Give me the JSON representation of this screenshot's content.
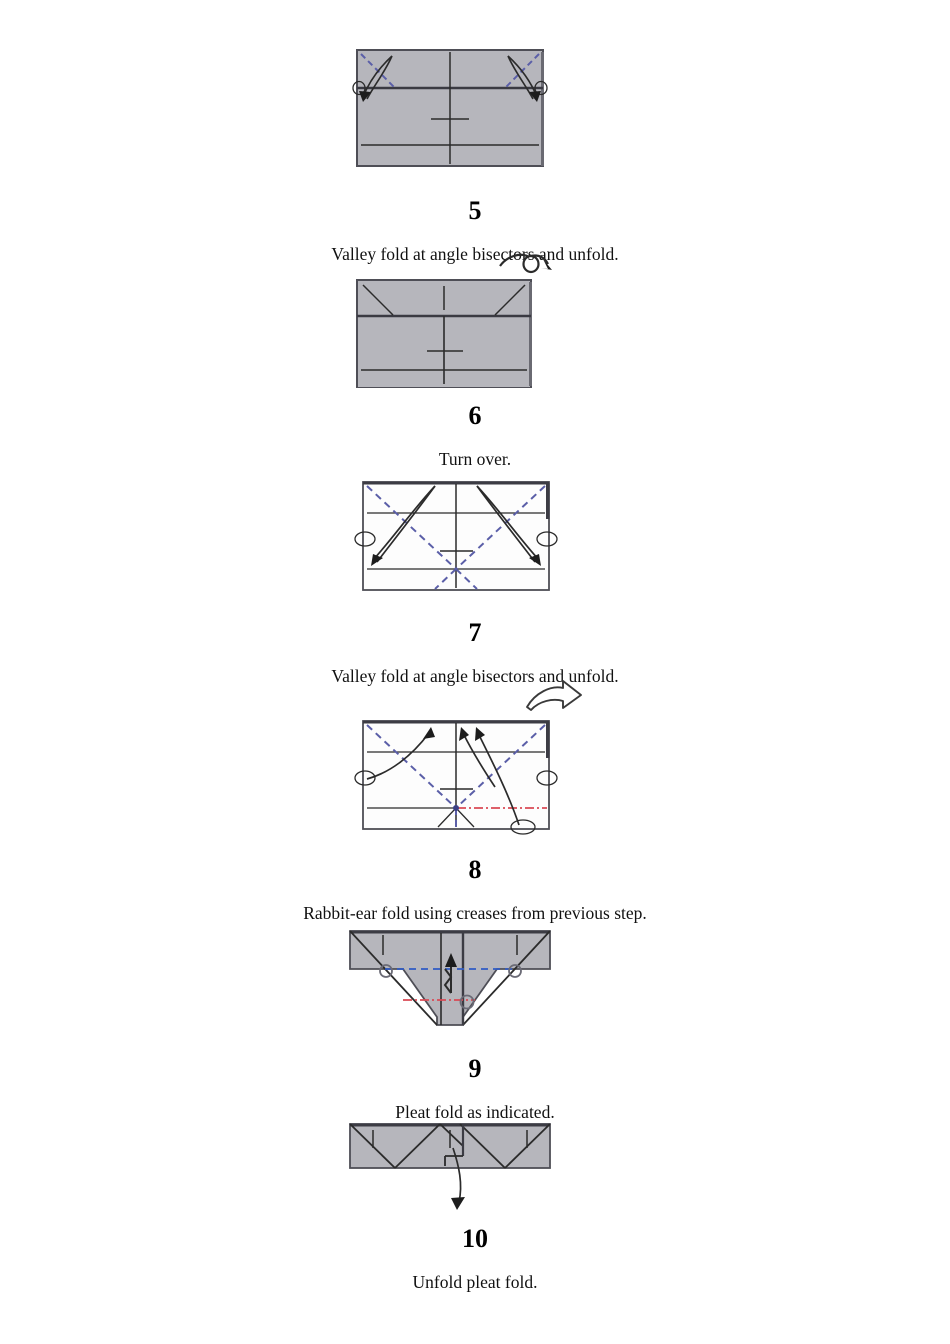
{
  "document": {
    "type": "origami-folding-instructions",
    "page_background": "#ffffff",
    "text_color": "#111111"
  },
  "palette": {
    "paper_front": "#b6b6bc",
    "paper_back": "#fdfdfd",
    "paper_edge": "#4e4e56",
    "paper_edge_dark": "#3c3c44",
    "crease_line": "#2b2b2b",
    "valley_fold_blue": "#5b5fa8",
    "mountain_fold_red": "#d94a55",
    "arrow_black": "#1d1d1d",
    "arrow_outline": "#3a3a3a"
  },
  "steps": [
    {
      "id": "step-5",
      "number": "5",
      "caption": "Valley fold at angle bisectors and unfold.",
      "diagram": {
        "name": "rectangle-with-top-flap-and-bisector-valley-folds",
        "paper_side": "front",
        "icon": "none",
        "valley_folds": 2,
        "arrows": 2
      }
    },
    {
      "id": "step-6",
      "number": "6",
      "caption": "Turn over.",
      "diagram": {
        "name": "rectangle-with-creased-top-band",
        "paper_side": "front",
        "icon": "turn-over-loop-icon",
        "valley_folds": 0,
        "arrows": 0
      }
    },
    {
      "id": "step-7",
      "number": "7",
      "caption": "Valley fold at angle bisectors and unfold.",
      "diagram": {
        "name": "reverse-side-rectangle-with-x-bisector-creases",
        "paper_side": "back",
        "icon": "none",
        "valley_folds": 4,
        "arrows": 2
      }
    },
    {
      "id": "step-8",
      "number": "8",
      "caption": "Rabbit-ear fold using creases from previous step.",
      "diagram": {
        "name": "reverse-side-rectangle-rabbit-ear-creases",
        "paper_side": "back",
        "icon": "flip-over-arrow-icon",
        "valley_folds": 4,
        "mountain_folds": 1,
        "arrows": 3
      }
    },
    {
      "id": "step-9",
      "number": "9",
      "caption": "Pleat fold as indicated.",
      "diagram": {
        "name": "rabbit-eared-butterfly-shape-with-pleat-marks",
        "paper_side": "front",
        "icon": "none",
        "valley_folds": 1,
        "mountain_folds": 1,
        "arrows": 1,
        "pivot_circles": 3
      }
    },
    {
      "id": "step-10",
      "number": "10",
      "caption": "Unfold pleat fold.",
      "diagram": {
        "name": "flat-strip-with-zigzag-creases",
        "paper_side": "front",
        "icon": "none",
        "arrows": 1
      }
    }
  ]
}
